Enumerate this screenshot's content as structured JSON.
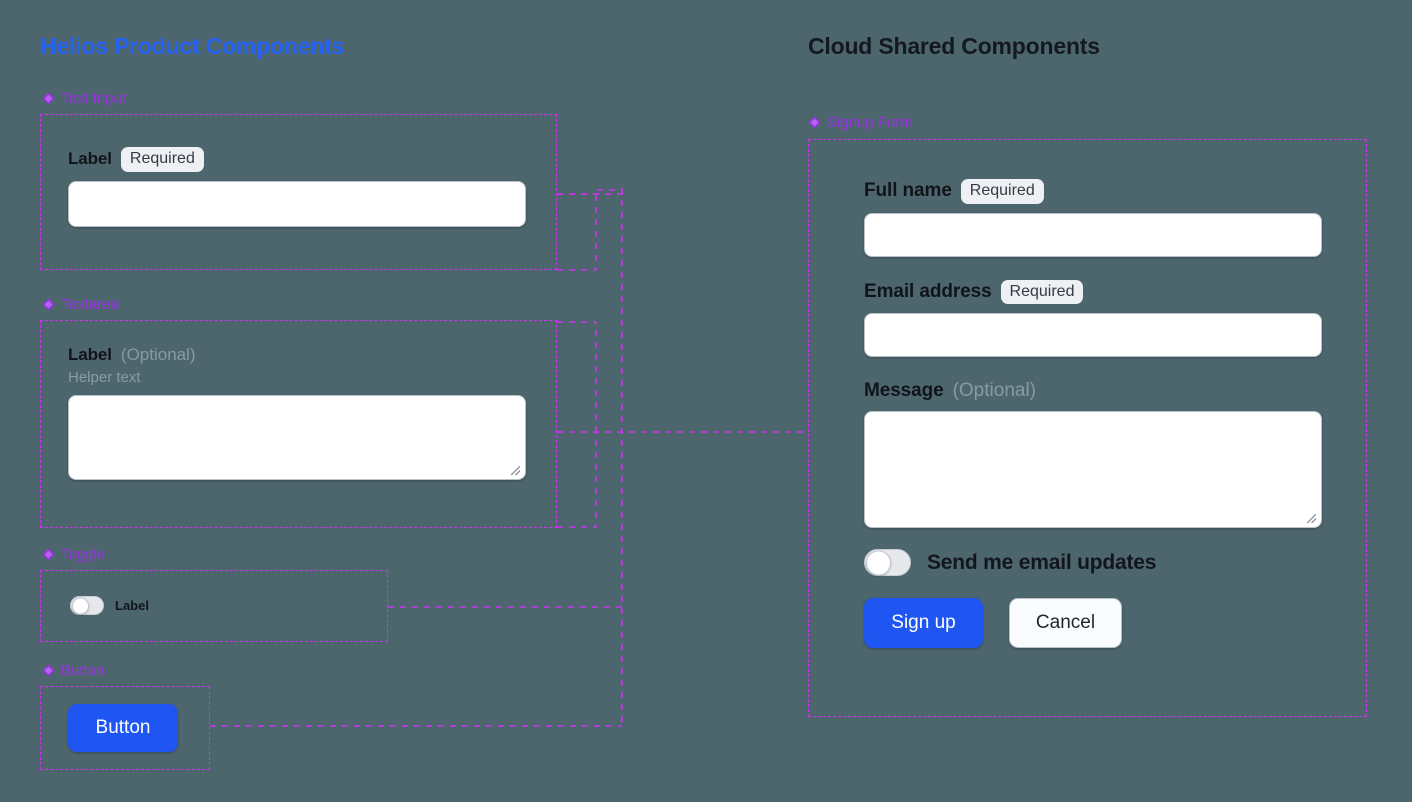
{
  "canvas": {
    "background": "#4d666e",
    "connector_color": "#cc33ee"
  },
  "columns": {
    "left": {
      "title": "Helios Product Components",
      "title_color": "#2563f5"
    },
    "right": {
      "title": "Cloud Shared Components",
      "title_color": "#14181f"
    }
  },
  "left_sections": {
    "text_input": {
      "section_label": "Text Input",
      "label": "Label",
      "badge": "Required",
      "input_value": "",
      "input_placeholder": ""
    },
    "textarea": {
      "section_label": "Textarea",
      "label": "Label",
      "optional": "(Optional)",
      "helper_text": "Helper text",
      "textarea_value": "",
      "textarea_placeholder": ""
    },
    "toggle": {
      "section_label": "Toggle",
      "label": "Label",
      "state": "off"
    },
    "button": {
      "section_label": "Button",
      "label": "Button"
    }
  },
  "right_section": {
    "section_label": "Signup Form",
    "fields": {
      "full_name": {
        "label": "Full name",
        "badge": "Required",
        "value": "",
        "placeholder": ""
      },
      "email": {
        "label": "Email address",
        "badge": "Required",
        "value": "",
        "placeholder": ""
      },
      "message": {
        "label": "Message",
        "optional": "(Optional)",
        "value": "",
        "placeholder": ""
      }
    },
    "toggle": {
      "label": "Send me email updates",
      "state": "off"
    },
    "actions": {
      "primary": "Sign up",
      "secondary": "Cancel",
      "primary_color": "#1f56f2"
    }
  },
  "icons": {
    "diamond": "diamond-icon",
    "resize_grip": "resize-grip-icon"
  }
}
